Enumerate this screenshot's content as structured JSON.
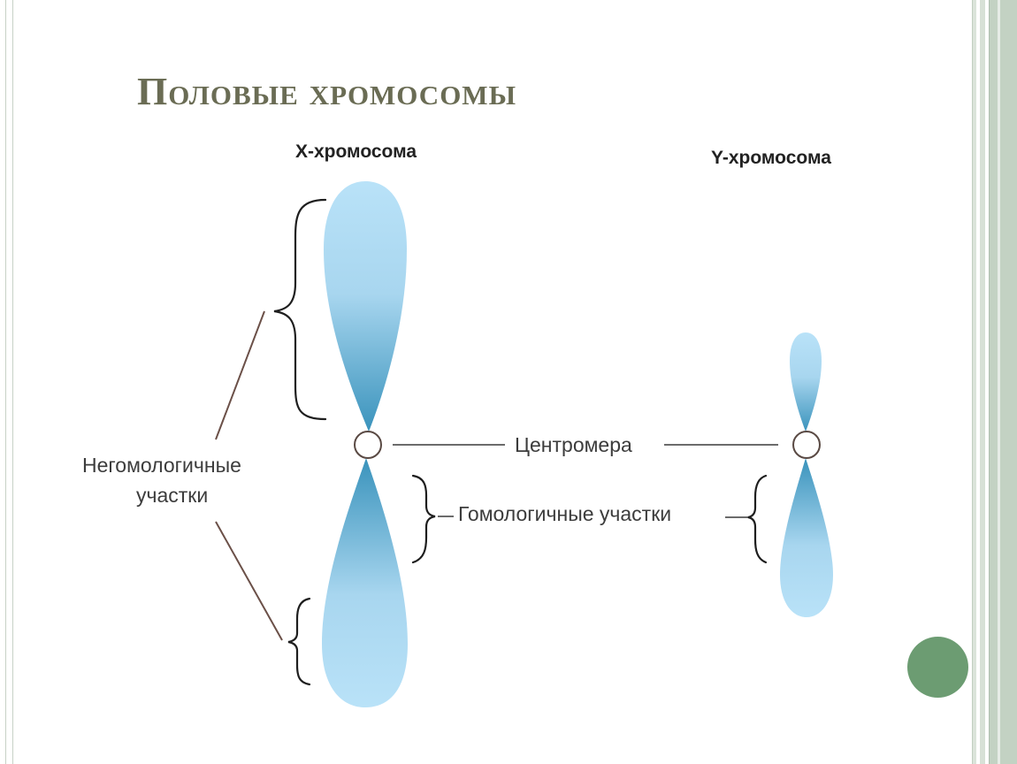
{
  "slide": {
    "title": "Половые хромосомы"
  },
  "diagram": {
    "x_chromosome": {
      "title": "X-хромосома"
    },
    "y_chromosome": {
      "title": "Y-хромосома"
    },
    "labels": {
      "nonhomologous_line1": "Негомологичные",
      "nonhomologous_line2": "участки",
      "centromere": "Центромера",
      "homologous": "Гомологичные участки"
    }
  },
  "colors": {
    "chromatid_light": "#b5e0f7",
    "chromatid_dark": "#3d95bd",
    "title": "#6a6c54",
    "accent_circle": "#6c9c72"
  }
}
